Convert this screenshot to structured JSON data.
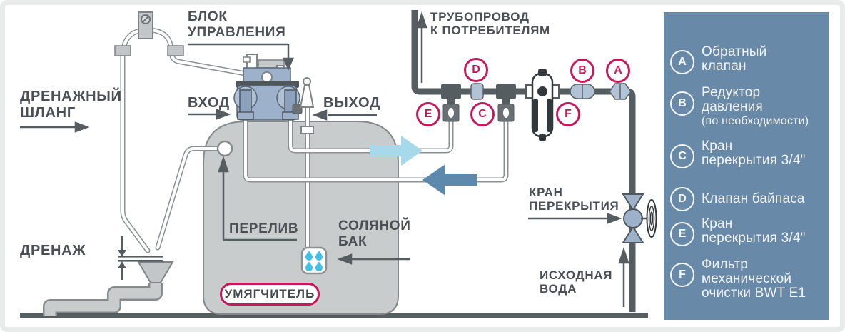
{
  "colors": {
    "accent": "#c5195c",
    "legend_bg": "#6989a8",
    "pipe": "#565d61",
    "flow_out_arrow": "#a6d9e9",
    "flow_in_arrow": "#5d89ac",
    "text": "#4a5055"
  },
  "diagram": {
    "labels": {
      "control_block_1": "БЛОК",
      "control_block_2": "УПРАВЛЕНИЯ",
      "drain_hose_1": "ДРЕНАЖНЫЙ",
      "drain_hose_2": "ШЛАНГ",
      "inlet": "ВХОД",
      "outlet": "ВЫХОД",
      "pipeline_1": "ТРУБОПРОВОД",
      "pipeline_2": "К ПОТРЕБИТЕЛЯМ",
      "drain": "ДРЕНАЖ",
      "overflow": "ПЕРЕЛИВ",
      "salt_tank_1": "СОЛЯНОЙ",
      "salt_tank_2": "БАК",
      "softener": "УМЯГЧИТЕЛЬ",
      "shutoff_1": "КРАН",
      "shutoff_2": "ПЕРЕКРЫТИЯ",
      "source_1": "ИСХОДНАЯ",
      "source_2": "ВОДА"
    },
    "markers": {
      "a": "A",
      "b": "B",
      "c": "C",
      "d": "D",
      "e": "E",
      "f": "F"
    }
  },
  "legend": {
    "items": [
      {
        "letter": "A",
        "line1": "Обратный",
        "line2": "клапан"
      },
      {
        "letter": "B",
        "line1": "Редуктор",
        "line2": "давления",
        "line3": "(по необходимости)"
      },
      {
        "letter": "C",
        "line1": "Кран",
        "line2": "перекрытия 3/4\""
      },
      {
        "letter": "D",
        "line1": "Клапан байпаса"
      },
      {
        "letter": "E",
        "line1": "Кран",
        "line2": "перекрытия 3/4\""
      },
      {
        "letter": "F",
        "line1": "Фильтр",
        "line2": "механической",
        "line3": "очистки BWT E1"
      }
    ]
  }
}
